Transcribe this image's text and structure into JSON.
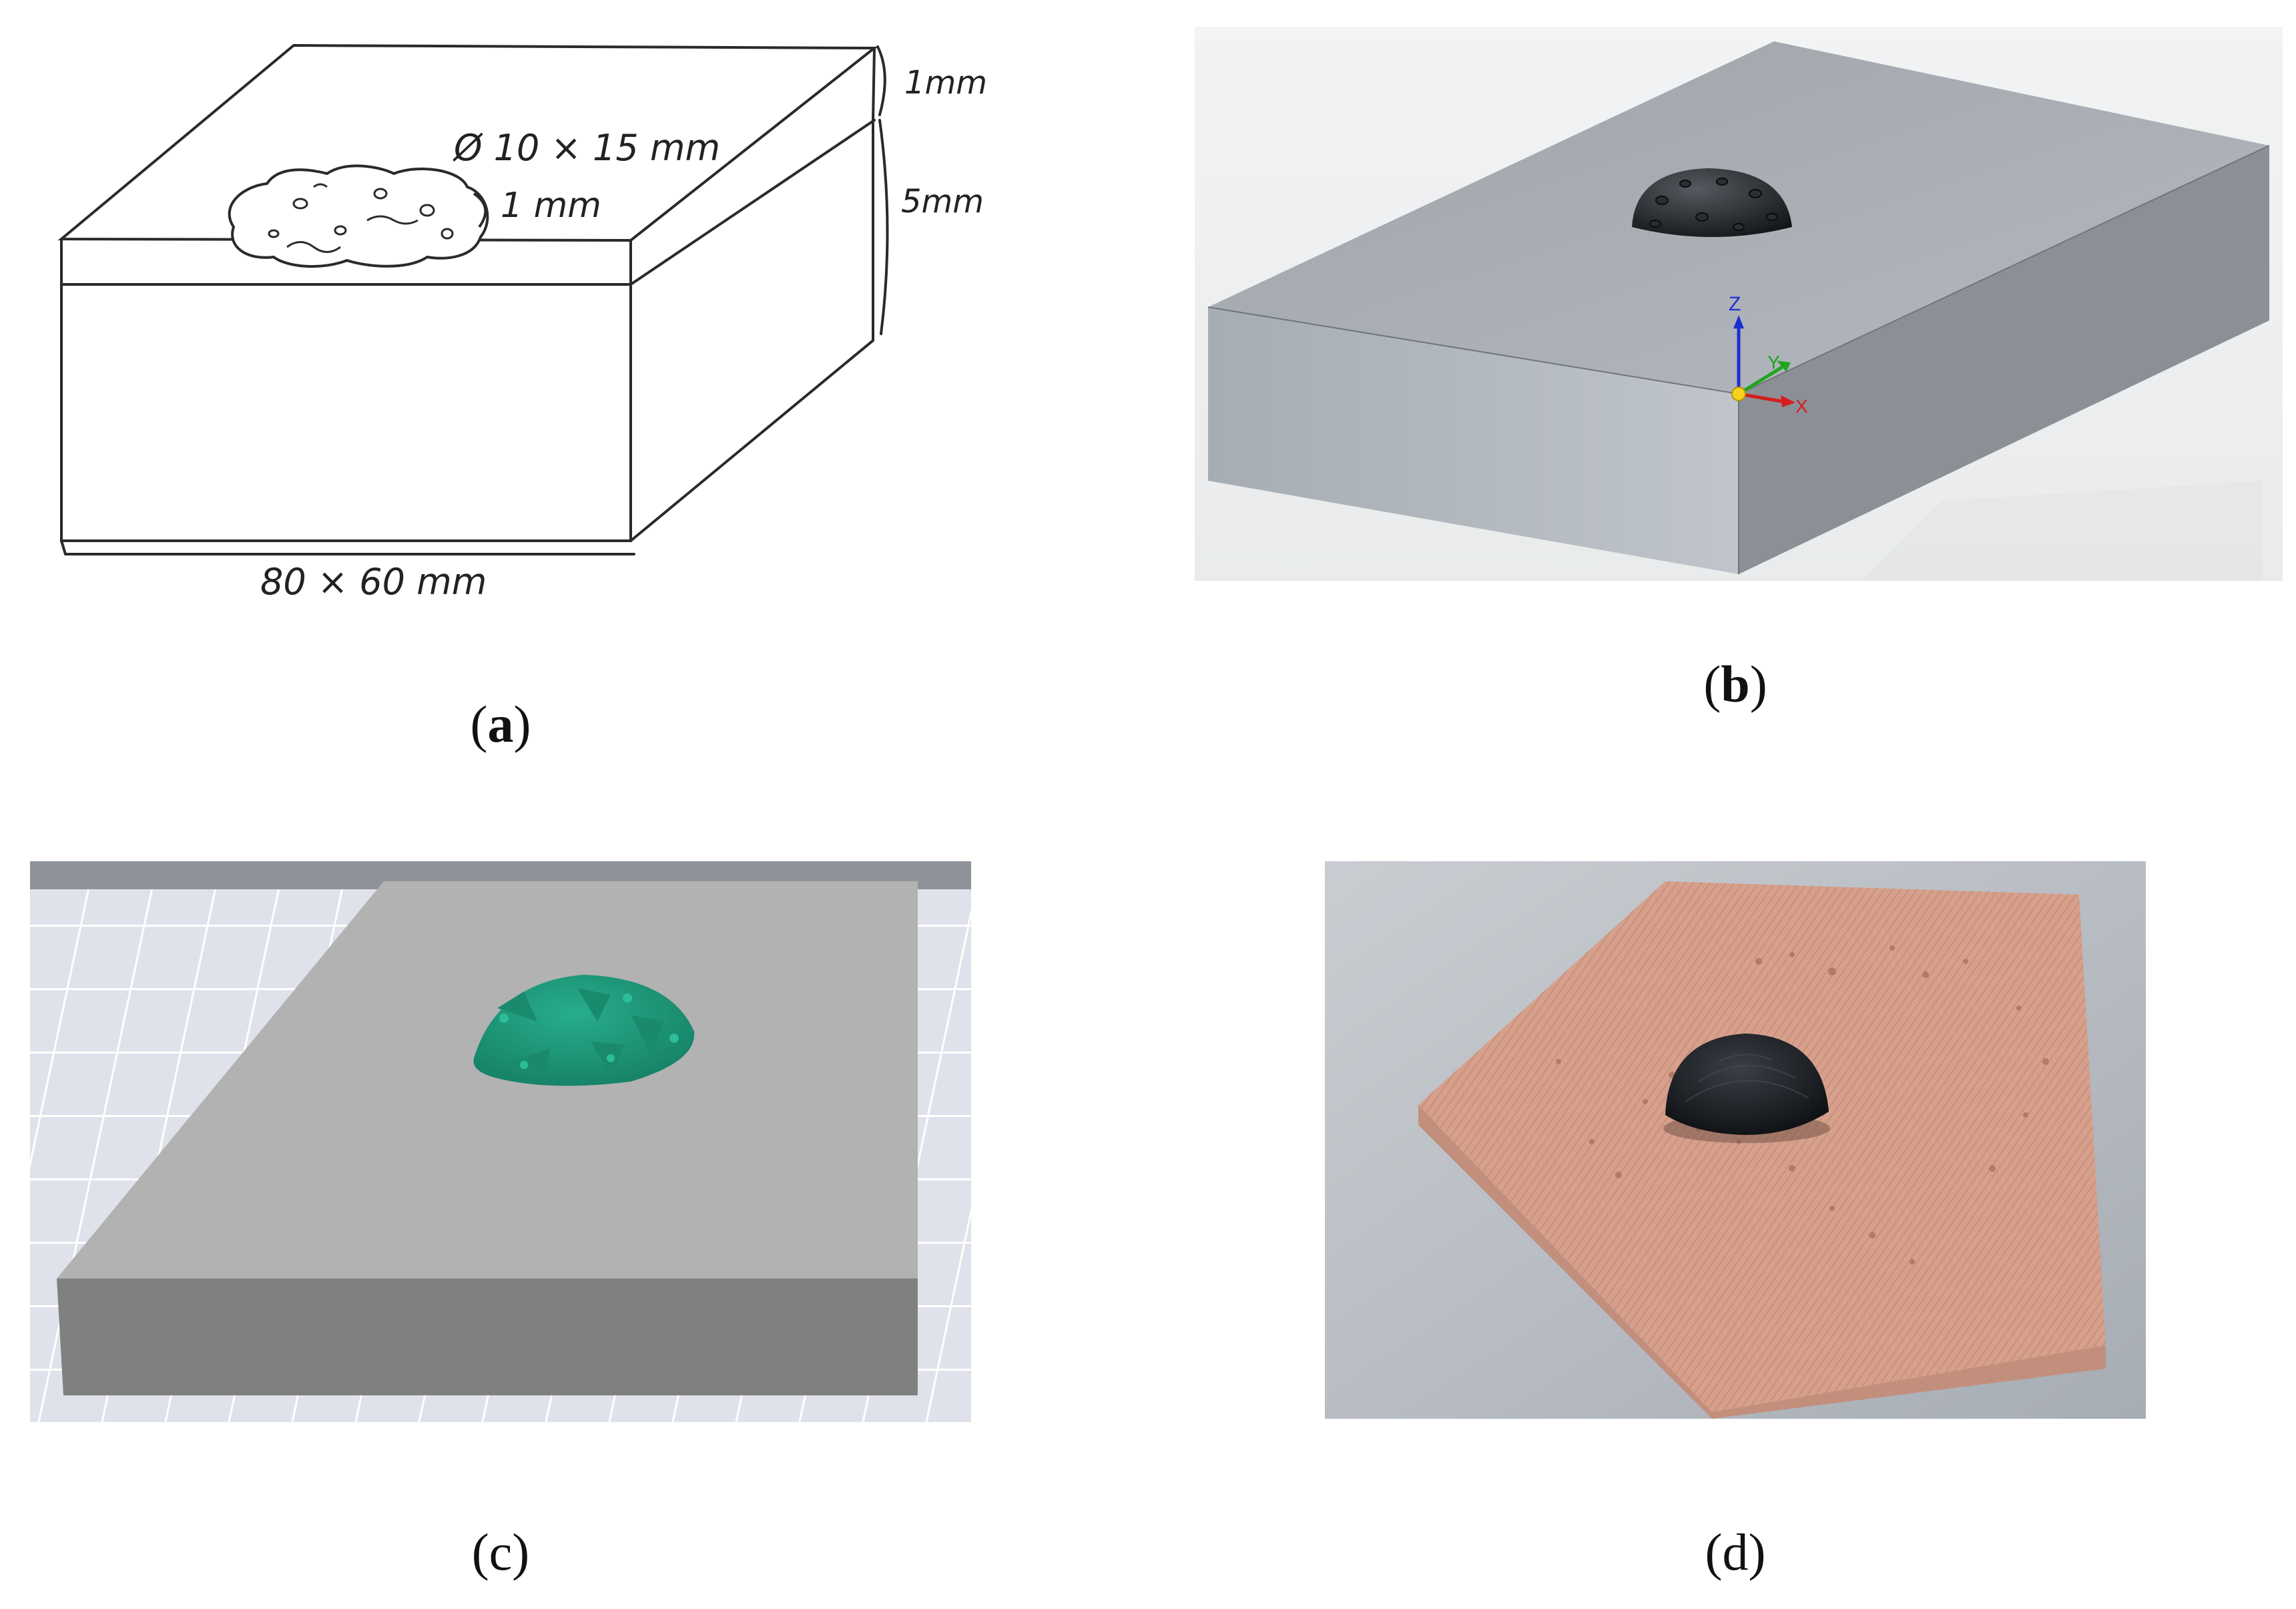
{
  "panels": {
    "a": {
      "caption_open": "(",
      "caption_letter": "a",
      "caption_close": ")",
      "labels": {
        "top_thickness": "1mm",
        "body_thickness": "5mm",
        "lesion_size": "Ø 10 × 15 mm",
        "lesion_height": "1 mm",
        "base_size": "80 × 60 mm"
      }
    },
    "b": {
      "caption_open": "(",
      "caption_letter": "b",
      "caption_close": ")",
      "axes": {
        "z": "Z",
        "y": "Y",
        "x": "X"
      }
    },
    "c": {
      "caption": "(c)"
    },
    "d": {
      "caption": "(d)"
    }
  },
  "colors": {
    "cad_block_top": "#a3a8ad",
    "cad_block_front": "#b6bcc1",
    "cad_block_side": "#8d9298",
    "slicer_lesion": "#1f9a7c",
    "printed_skin": "#d7a28e",
    "printed_lesion": "#1a1d22"
  }
}
